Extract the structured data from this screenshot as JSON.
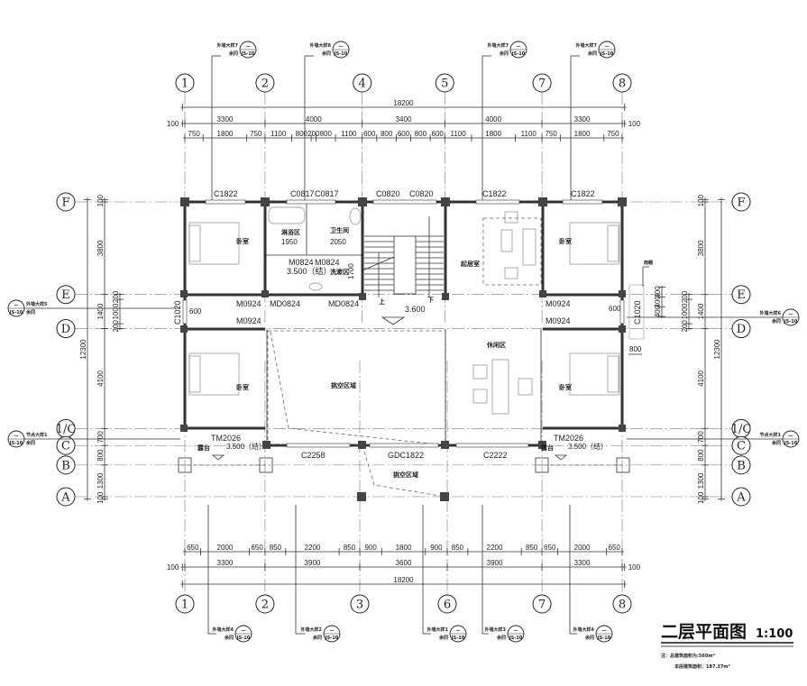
{
  "title": {
    "name": "二层平面图",
    "scale": "1:100"
  },
  "notes": [
    "注：总建筑面积为:560m²",
    "本层建筑面积：187.37m²"
  ],
  "axes": {
    "top": [
      "1",
      "2",
      "4",
      "5",
      "7",
      "8"
    ],
    "top_mm": [
      0,
      3300,
      7300,
      10700,
      14700,
      18000
    ],
    "bottom": [
      "1",
      "2",
      "3",
      "6",
      "7",
      "8"
    ],
    "bottom_mm": [
      0,
      3300,
      7200,
      10800,
      14700,
      18000
    ],
    "rows": [
      "F",
      "E",
      "D",
      "1/C",
      "C",
      "B",
      "A"
    ],
    "rows_mm": [
      0,
      3800,
      5200,
      9300,
      10000,
      10800,
      12100
    ]
  },
  "dims": {
    "top_total": "18200",
    "top_mid": [
      "100",
      "3300",
      "4000",
      "3400",
      "4000",
      "3300",
      "100"
    ],
    "top_sub": [
      "750",
      "1800",
      "750",
      "1100",
      "800",
      "200",
      "800",
      "1100",
      "600",
      "800",
      "600",
      "800",
      "600",
      "1100",
      "1800",
      "1100",
      "750",
      "1800",
      "750"
    ],
    "bottom_sub": [
      "650",
      "2000",
      "650",
      "850",
      "2200",
      "850",
      "900",
      "1800",
      "900",
      "850",
      "2200",
      "850",
      "650",
      "2000",
      "650"
    ],
    "bottom_mid": [
      "100",
      "3300",
      "3900",
      "3600",
      "3900",
      "3300",
      "100"
    ],
    "bottom_total": "18200",
    "side_total": "12300",
    "side_mid": [
      "100",
      "3800",
      "1400",
      "4100",
      "700",
      "800",
      "1300",
      "100"
    ],
    "side_inner": [
      "200",
      "1000",
      "200"
    ],
    "canopy": [
      "400",
      "400",
      "400"
    ],
    "canopy_depth": "800",
    "canopy_label": "雨棚"
  },
  "callouts": {
    "sub": "余同",
    "top": [
      "外墙大样7",
      "外墙大样8",
      "外墙大样7",
      "外墙大样7"
    ],
    "bottom": [
      "外墙大样4",
      "外墙大样2",
      "外墙大样1",
      "外墙大样3",
      "外墙大样4"
    ],
    "left": [
      "外墙大样5",
      "节点大样1"
    ],
    "right": [
      "外墙大样6",
      "节点大样1"
    ]
  },
  "rooms": {
    "bedroom": "卧室",
    "shower": "淋浴区",
    "toilet": "卫生间",
    "wash": "洗漱区",
    "living": "起居室",
    "leisure": "休闲区",
    "void": "挑空区域",
    "terrace": "露台",
    "up": "上",
    "down": "下"
  },
  "openings": {
    "c1822": "C1822",
    "c0817": "C0817",
    "c0820": "C0820",
    "m0824": "M0824",
    "md0824": "MD0824",
    "m0924": "M0924",
    "c1020": "C1020",
    "tm2026": "TM2026",
    "c2258": "C2258",
    "gdc1822": "GDC1822",
    "c2222": "C2222"
  },
  "inner_dims": {
    "shower_w": "1950",
    "toilet_w": "2050",
    "wash_h": "1700",
    "c1020_off": "600"
  },
  "levels": {
    "stair": "3.600",
    "struct": "3.500（结）"
  }
}
